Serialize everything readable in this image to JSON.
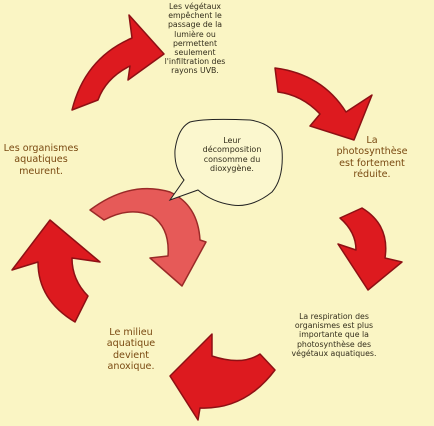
{
  "colors": {
    "background": "#faf5c4",
    "arrow_fill": "#dd1a1f",
    "arrow_stroke": "#8e1014",
    "inner_arrow_fill": "#e65a58",
    "inner_arrow_stroke": "#9a2a28",
    "bubble_fill": "#fbf7ce",
    "bubble_stroke": "#222222"
  },
  "steps": [
    {
      "text": [
        "Les végétaux",
        "empêchent le",
        "passage de la",
        "lumière ou",
        "permettent",
        "seulement",
        "l'infiltration des",
        "rayons UVB."
      ]
    },
    {
      "text": [
        "La",
        "photosynthèse",
        "est fortement",
        "réduite."
      ]
    },
    {
      "text": [
        "La respiration des",
        "organismes est plus",
        "importante que la",
        "photosynthèse des",
        "végétaux aquatiques."
      ]
    },
    {
      "text": [
        "Le milieu",
        "aquatique",
        "devient",
        "anoxique."
      ]
    },
    {
      "text": [
        "Les organismes",
        "aquatiques",
        "meurent."
      ]
    }
  ],
  "bubble": {
    "text": [
      "Leur",
      "décomposition",
      "consomme du",
      "dioxygène."
    ]
  }
}
